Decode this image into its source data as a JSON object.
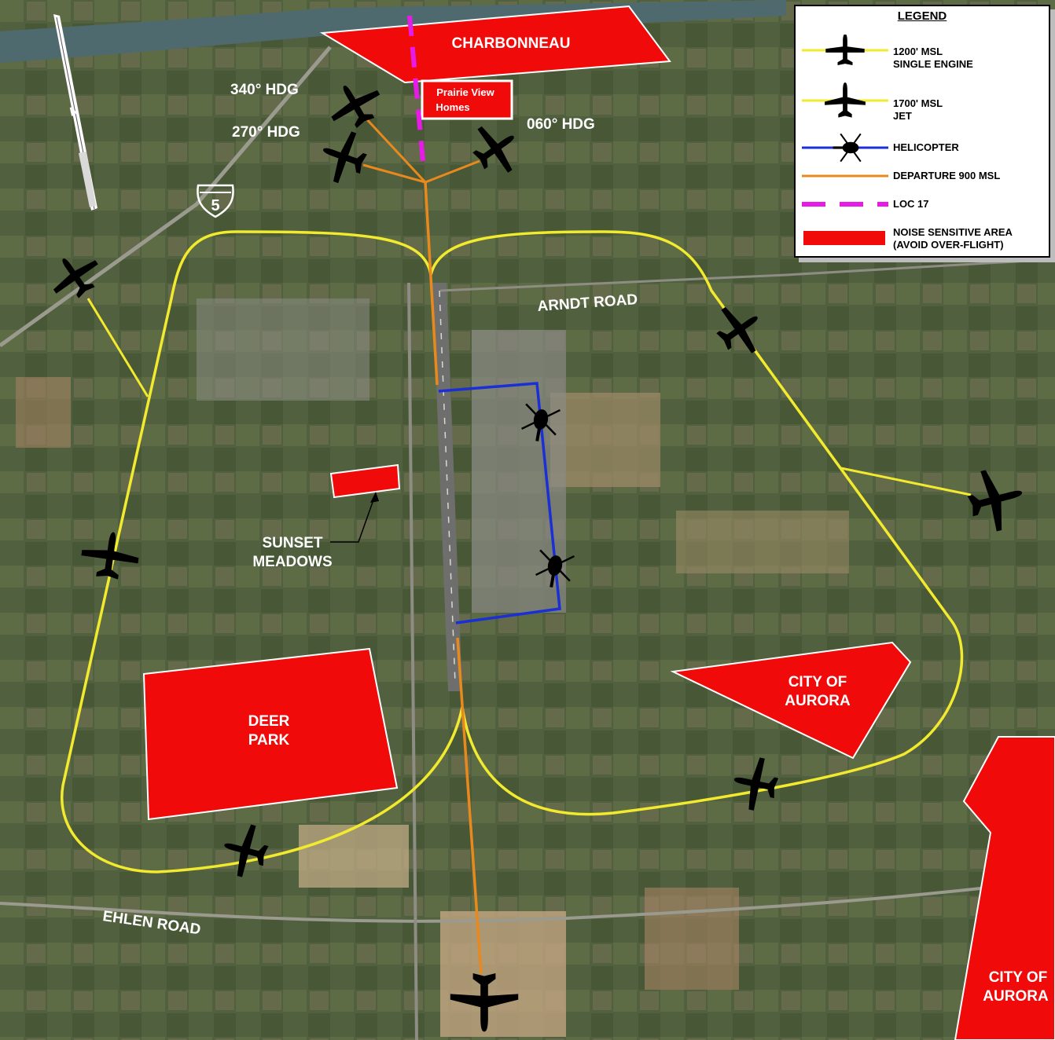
{
  "colors": {
    "single_engine": "#f2ea2e",
    "jet": "#f2ea2e",
    "helicopter": "#1a2fd6",
    "departure": "#e8891e",
    "loc": "#e61be6",
    "noise": "#f00a0a"
  },
  "map": {
    "north_label": "N",
    "interstate_label": "5",
    "headings": {
      "hdg_340": "340° HDG",
      "hdg_270": "270° HDG",
      "hdg_060": "060° HDG"
    },
    "roads": {
      "arndt": "ARNDT ROAD",
      "ehlen": "EHLEN ROAD"
    },
    "areas": {
      "charbonneau": "CHARBONNEAU",
      "prairie_view_1": "Prairie View",
      "prairie_view_2": "Homes",
      "sunset_1": "SUNSET",
      "sunset_2": "MEADOWS",
      "deer_park_1": "DEER",
      "deer_park_2": "PARK",
      "aurora_a_1": "CITY OF",
      "aurora_a_2": "AURORA",
      "aurora_b_1": "CITY OF",
      "aurora_b_2": "AURORA"
    },
    "icons": [
      "single-engine-plane-icon",
      "jet-icon",
      "helicopter-icon",
      "north-arrow-icon",
      "interstate-shield-icon"
    ]
  },
  "legend": {
    "title": "LEGEND",
    "items": [
      {
        "label": "1200' MSL\nSINGLE ENGINE"
      },
      {
        "label": "1700' MSL\nJET"
      },
      {
        "label": "HELICOPTER"
      },
      {
        "label": "DEPARTURE 900 MSL"
      },
      {
        "label": "LOC 17"
      },
      {
        "label": "NOISE SENSITIVE AREA\n(AVOID OVER-FLIGHT)"
      }
    ]
  }
}
